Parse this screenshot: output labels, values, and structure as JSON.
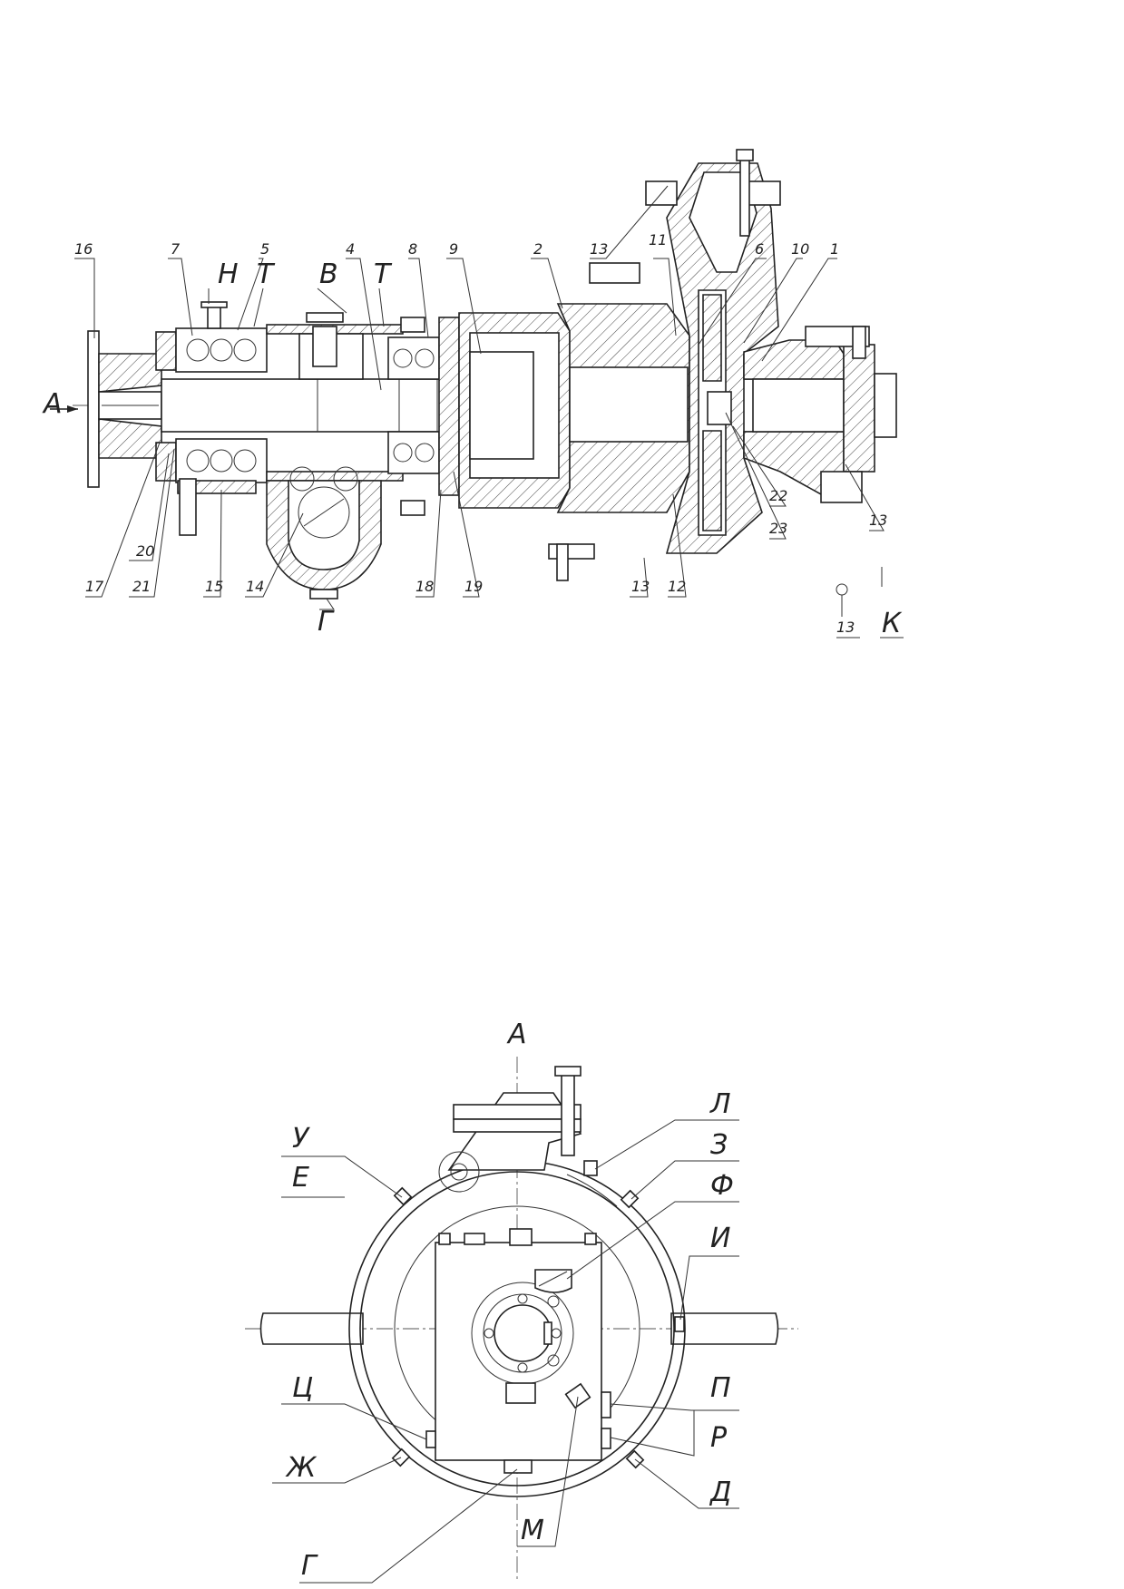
{
  "section_view": {
    "view_arrow": "А",
    "part_numbers_top": [
      "16",
      "7",
      "5",
      "4",
      "8",
      "9",
      "2",
      "13",
      "11",
      "6",
      "10",
      "1"
    ],
    "zone_letters_top": [
      "Н",
      "Т",
      "В",
      "Т"
    ],
    "part_numbers_bottom": [
      "17",
      "20",
      "21",
      "15",
      "14",
      "18",
      "19",
      "13",
      "12",
      "22",
      "23",
      "13"
    ],
    "zone_letter_bottom": "Г",
    "note_symbol": "13",
    "note_letter": "К"
  },
  "end_view": {
    "view_letter": "А",
    "left_labels": [
      "У",
      "Е",
      "Ц",
      "Ж",
      "Г"
    ],
    "right_labels": [
      "Л",
      "З",
      "Ф",
      "И",
      "П",
      "Р",
      "Д"
    ],
    "bottom_label": "М"
  }
}
